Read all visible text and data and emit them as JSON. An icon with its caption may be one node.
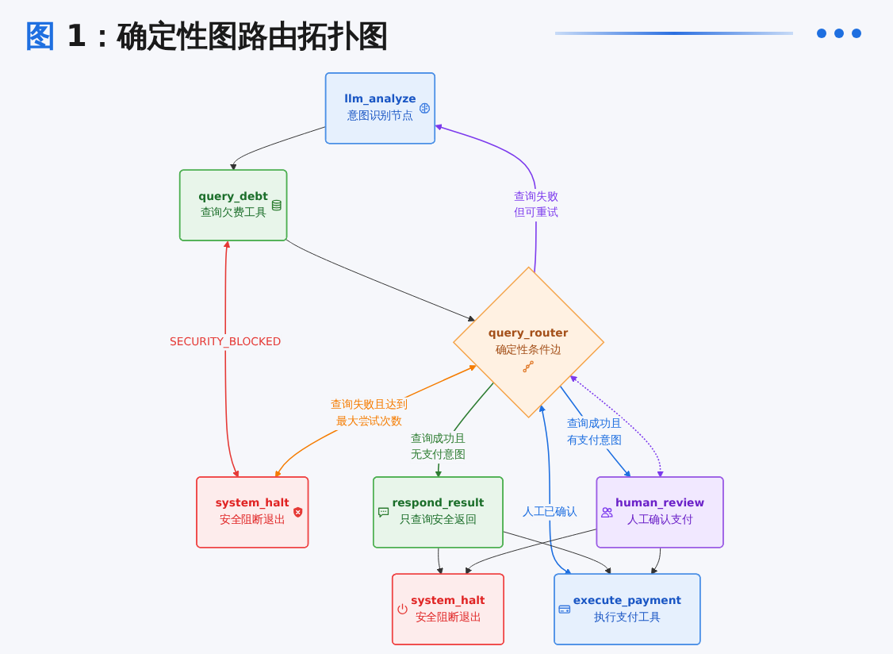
{
  "diagram": {
    "title": "图 1：确定性图路由拓扑图",
    "nodes": [
      {
        "text": [
          "llm_analyze",
          "意图识别节点"
        ]
      },
      {
        "text": [
          "query_debt",
          "查询欠费工具"
        ]
      },
      {
        "text": [
          "system_halt",
          "安全阻断退出"
        ]
      },
      {
        "text": [
          "query_router",
          "确定性条件边"
        ]
      },
      {
        "text": [
          "respond_result",
          "只查询安全返回"
        ]
      },
      {
        "text": [
          "human_review",
          "人工确认支付"
        ]
      },
      {
        "text": [
          "execute_payment",
          "执行支付工具"
        ]
      },
      {
        "text": [
          "system_halt",
          "安全阻断退出"
        ]
      }
    ],
    "edges": [
      {
        "from": 0,
        "to": 1,
        "arrow": "to"
      },
      {
        "from": 1,
        "to": 3,
        "arrow": "to"
      },
      {
        "from": 3,
        "to": 0,
        "arrow": "to",
        "label": "查询失败但可重试",
        "color": "#7c3aed"
      },
      {
        "from": 1,
        "to": 2,
        "arrow": "both",
        "label": "SECURITY_BLOCKED",
        "color": "#e53935"
      },
      {
        "from": 3,
        "to": 2,
        "arrow": "both",
        "label": "查询失败且达到最大尝试次数",
        "color": "#f57c00"
      },
      {
        "from": 3,
        "to": 4,
        "arrow": "to",
        "label": "查询成功且无支付意图",
        "color": "#2e7d32"
      },
      {
        "from": 3,
        "to": 5,
        "arrow": "to",
        "label": "查询成功且有支付意图",
        "color": "#1e6fe0"
      },
      {
        "from": 3,
        "to": 5,
        "arrow": "both",
        "style": "dashed",
        "color": "#7c3aed"
      },
      {
        "from": 3,
        "to": 6,
        "arrow": "both",
        "label": "人工已确认",
        "color": "#1e6fe0"
      },
      {
        "from": 4,
        "to": 7,
        "arrow": "to"
      },
      {
        "from": 4,
        "to": 6,
        "arrow": "to"
      },
      {
        "from": 5,
        "to": 7,
        "arrow": "to"
      },
      {
        "from": 5,
        "to": 6,
        "arrow": "to"
      }
    ]
  }
}
